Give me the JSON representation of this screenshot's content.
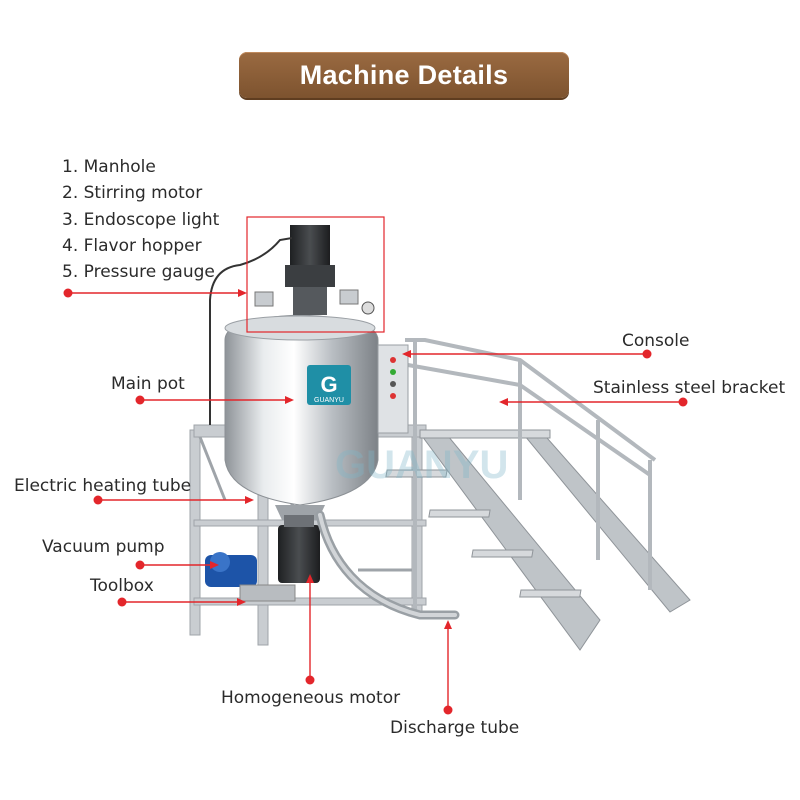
{
  "header": {
    "title": "Machine Details"
  },
  "parts_list": [
    "1. Manhole",
    "2. Stirring motor",
    "3. Endoscope light",
    "4. Flavor hopper",
    "5. Pressure gauge"
  ],
  "labels": {
    "console": "Console",
    "main_pot": "Main pot",
    "stainless_steel_bracket": "Stainless steel bracket",
    "electric_heating_tube": "Electric heating tube",
    "vacuum_pump": "Vacuum pump",
    "toolbox": "Toolbox",
    "homogeneous_motor": "Homogeneous motor",
    "discharge_tube": "Discharge tube"
  },
  "logo": {
    "badge_text": "GUANYU",
    "watermark_text": "GUANYU"
  },
  "colors": {
    "title_bg": "#8c5e37",
    "pointer_red": "#e3262b",
    "steel": "#c9cdd1",
    "motor": "#2f3133",
    "pump_blue": "#1d54a8",
    "logo_teal": "#1f8fa6"
  }
}
